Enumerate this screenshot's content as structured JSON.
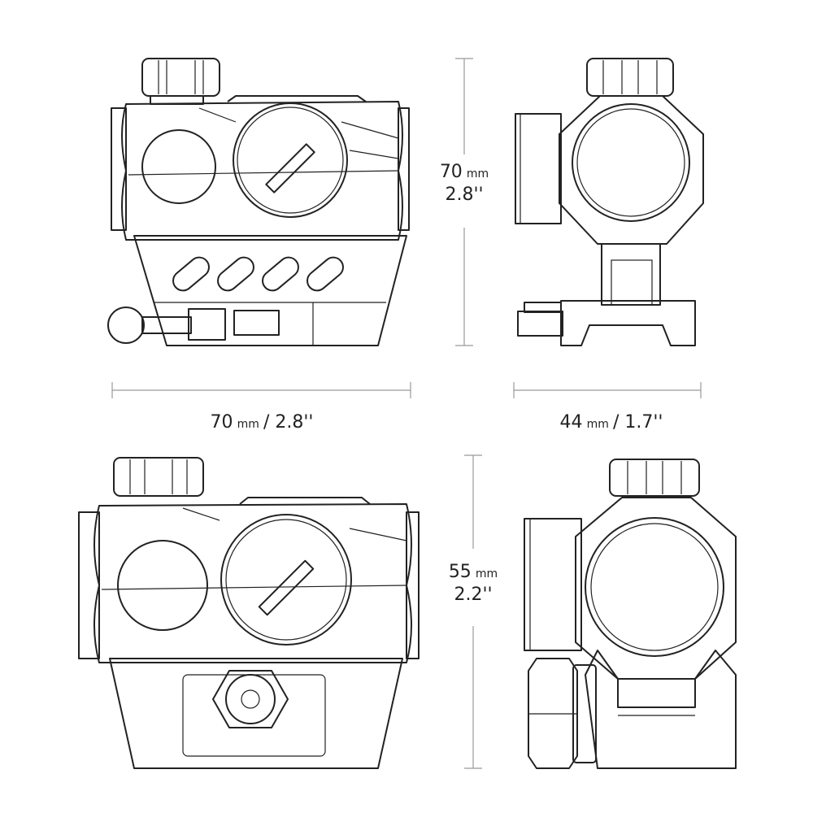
{
  "dimensions": {
    "top_height": {
      "value": "70",
      "unit": "mm",
      "imperial": "2.8''"
    },
    "top_width_side": {
      "value": "70",
      "unit": "mm",
      "imperial": "/ 2.8''"
    },
    "top_width_front": {
      "value": "44",
      "unit": "mm",
      "imperial": "/ 1.7''"
    },
    "bottom_height": {
      "value": "55",
      "unit": "mm",
      "imperial": "2.2''"
    }
  }
}
